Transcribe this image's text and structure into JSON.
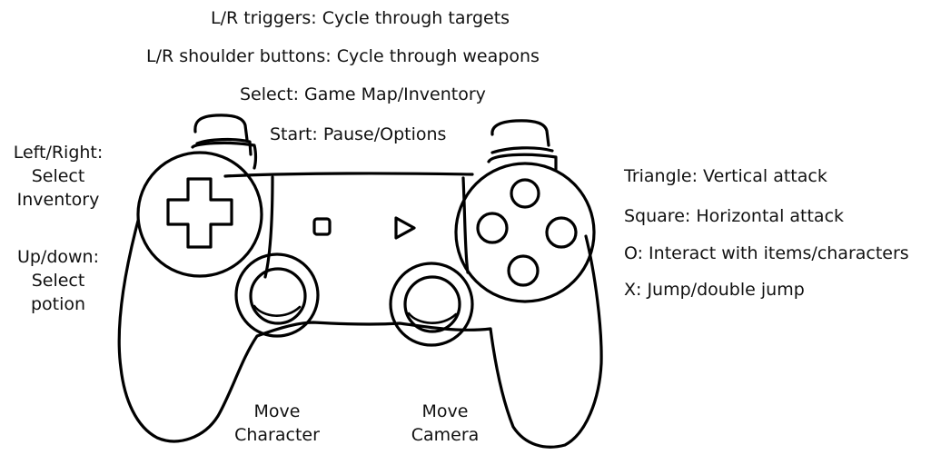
{
  "top_labels": {
    "triggers": "L/R triggers: Cycle through targets",
    "shoulders": "L/R shoulder buttons: Cycle through weapons",
    "select": "Select: Game Map/Inventory",
    "start": "Start: Pause/Options"
  },
  "left_labels": {
    "left_right": [
      "Left/Right:",
      "Select",
      "Inventory"
    ],
    "up_down": [
      "Up/down:",
      "Select",
      "potion"
    ]
  },
  "right_labels": {
    "triangle": "Triangle: Vertical attack",
    "square": "Square: Horizontal attack",
    "circle": "O: Interact with items/characters",
    "cross": "X: Jump/double jump"
  },
  "bottom_labels": {
    "left_stick": [
      "Move",
      "Character"
    ],
    "right_stick": [
      "Move",
      "Camera"
    ]
  },
  "colors": {
    "ink": "#000000",
    "background": "#ffffff"
  }
}
